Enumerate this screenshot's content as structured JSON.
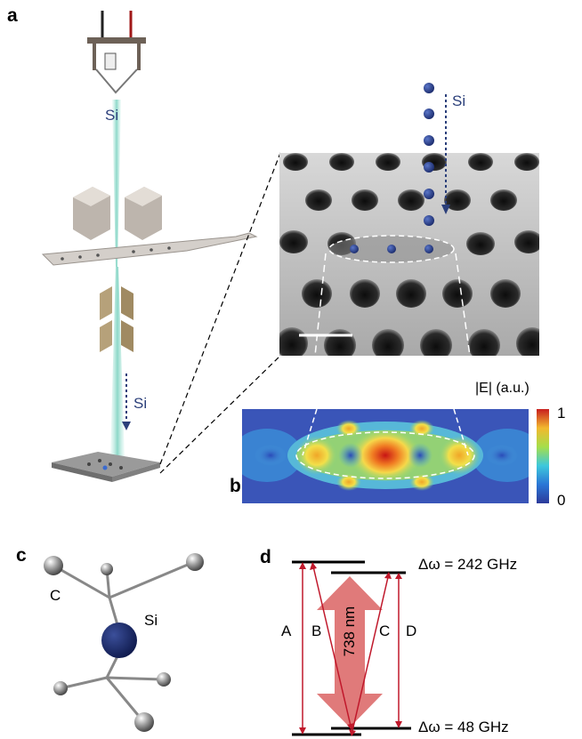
{
  "panels": {
    "a": "a",
    "b": "b",
    "c": "c",
    "d": "d"
  },
  "panel_a": {
    "si_top": "Si",
    "si_bottom": "Si",
    "si_sem": "Si"
  },
  "panel_b": {
    "colorbar_title": "|E| (a.u.)",
    "colorbar_max": "1",
    "colorbar_min": "0"
  },
  "panel_c": {
    "carbon_label": "C",
    "silicon_label": "Si"
  },
  "panel_d": {
    "top_splitting": "Δω = 242 GHz",
    "bottom_splitting": "Δω = 48 GHz",
    "wavelength": "738 nm",
    "transitions": [
      "A",
      "B",
      "C",
      "D"
    ]
  },
  "colors": {
    "ion_blue": "#1f2f6e",
    "arrow_red": "#c0182b",
    "beam_cyan": "#8fd6c8"
  }
}
